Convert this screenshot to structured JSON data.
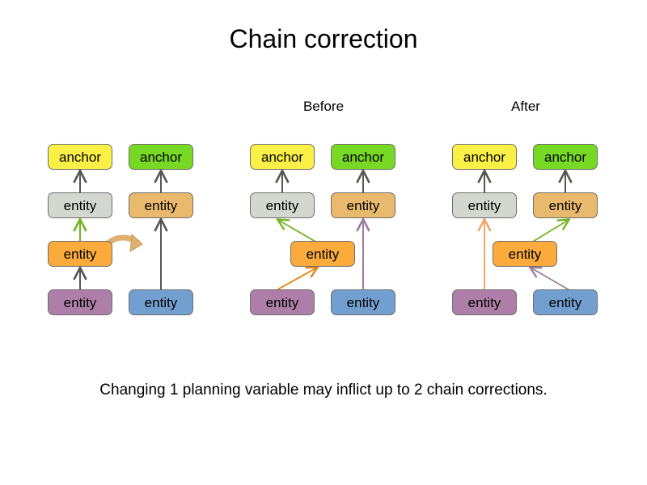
{
  "slide": {
    "title": "Chain correction",
    "caption": "Changing 1 planning variable may inflict up to 2 chain corrections.",
    "background_color": "#ffffff"
  },
  "labels": {
    "before": "Before",
    "after": "After"
  },
  "palette": {
    "anchor_yellow": "#fbf046",
    "anchor_green": "#78d925",
    "entity_grey": "#d3d7cf",
    "entity_tan": "#e9b96e",
    "entity_orange": "#fbab3c",
    "entity_purple": "#ad7fa8",
    "entity_blue": "#729fcf",
    "border_grey": "#6e6e6e",
    "arrow_grey": "#555753",
    "arrow_green": "#73b521",
    "arrow_orange": "#e8820c",
    "arrow_orange_light": "#f0a868",
    "arrow_purple": "#9d7b9d",
    "arrow_move_tan": "#e0b070"
  },
  "groups": [
    {
      "id": "initial",
      "label": "",
      "nodes": [
        {
          "id": "g1-anchor-left",
          "text": "anchor",
          "color": "anchor_yellow"
        },
        {
          "id": "g1-anchor-right",
          "text": "anchor",
          "color": "anchor_green"
        },
        {
          "id": "g1-grey",
          "text": "entity",
          "color": "entity_grey"
        },
        {
          "id": "g1-tan",
          "text": "entity",
          "color": "entity_tan"
        },
        {
          "id": "g1-orange",
          "text": "entity",
          "color": "entity_orange"
        },
        {
          "id": "g1-purple",
          "text": "entity",
          "color": "entity_purple"
        },
        {
          "id": "g1-blue",
          "text": "entity",
          "color": "entity_blue"
        }
      ],
      "arrows": [
        {
          "from": "g1-grey",
          "to": "g1-anchor-left",
          "color": "arrow_grey"
        },
        {
          "from": "g1-tan",
          "to": "g1-anchor-right",
          "color": "arrow_grey"
        },
        {
          "from": "g1-orange",
          "to": "g1-grey",
          "color": "arrow_green"
        },
        {
          "from": "g1-purple",
          "to": "g1-orange",
          "color": "arrow_grey"
        },
        {
          "from": "g1-blue",
          "to": "g1-tan",
          "color": "arrow_grey"
        },
        {
          "from": "g1-orange",
          "to": "move-gesture",
          "color": "arrow_move_tan",
          "kind": "curved-move"
        }
      ]
    },
    {
      "id": "before",
      "label": "Before",
      "nodes": [
        {
          "id": "g2-anchor-left",
          "text": "anchor",
          "color": "anchor_yellow"
        },
        {
          "id": "g2-anchor-right",
          "text": "anchor",
          "color": "anchor_green"
        },
        {
          "id": "g2-grey",
          "text": "entity",
          "color": "entity_grey"
        },
        {
          "id": "g2-tan",
          "text": "entity",
          "color": "entity_tan"
        },
        {
          "id": "g2-orange",
          "text": "entity",
          "color": "entity_orange"
        },
        {
          "id": "g2-purple",
          "text": "entity",
          "color": "entity_purple"
        },
        {
          "id": "g2-blue",
          "text": "entity",
          "color": "entity_blue"
        }
      ],
      "arrows": [
        {
          "from": "g2-grey",
          "to": "g2-anchor-left",
          "color": "arrow_grey"
        },
        {
          "from": "g2-tan",
          "to": "g2-anchor-right",
          "color": "arrow_grey"
        },
        {
          "from": "g2-orange",
          "to": "g2-grey",
          "color": "arrow_green"
        },
        {
          "from": "g2-purple",
          "to": "g2-orange",
          "color": "arrow_orange"
        },
        {
          "from": "g2-blue",
          "to": "g2-tan",
          "color": "arrow_purple"
        }
      ]
    },
    {
      "id": "after",
      "label": "After",
      "nodes": [
        {
          "id": "g3-anchor-left",
          "text": "anchor",
          "color": "anchor_yellow"
        },
        {
          "id": "g3-anchor-right",
          "text": "anchor",
          "color": "anchor_green"
        },
        {
          "id": "g3-grey",
          "text": "entity",
          "color": "entity_grey"
        },
        {
          "id": "g3-tan",
          "text": "entity",
          "color": "entity_tan"
        },
        {
          "id": "g3-orange",
          "text": "entity",
          "color": "entity_orange"
        },
        {
          "id": "g3-purple",
          "text": "entity",
          "color": "entity_purple"
        },
        {
          "id": "g3-blue",
          "text": "entity",
          "color": "entity_blue"
        }
      ],
      "arrows": [
        {
          "from": "g3-grey",
          "to": "g3-anchor-left",
          "color": "arrow_grey"
        },
        {
          "from": "g3-tan",
          "to": "g3-anchor-right",
          "color": "arrow_grey"
        },
        {
          "from": "g3-purple",
          "to": "g3-grey",
          "color": "arrow_orange_light"
        },
        {
          "from": "g3-orange",
          "to": "g3-tan",
          "color": "arrow_green"
        },
        {
          "from": "g3-blue",
          "to": "g3-orange",
          "color": "arrow_purple"
        }
      ]
    }
  ]
}
